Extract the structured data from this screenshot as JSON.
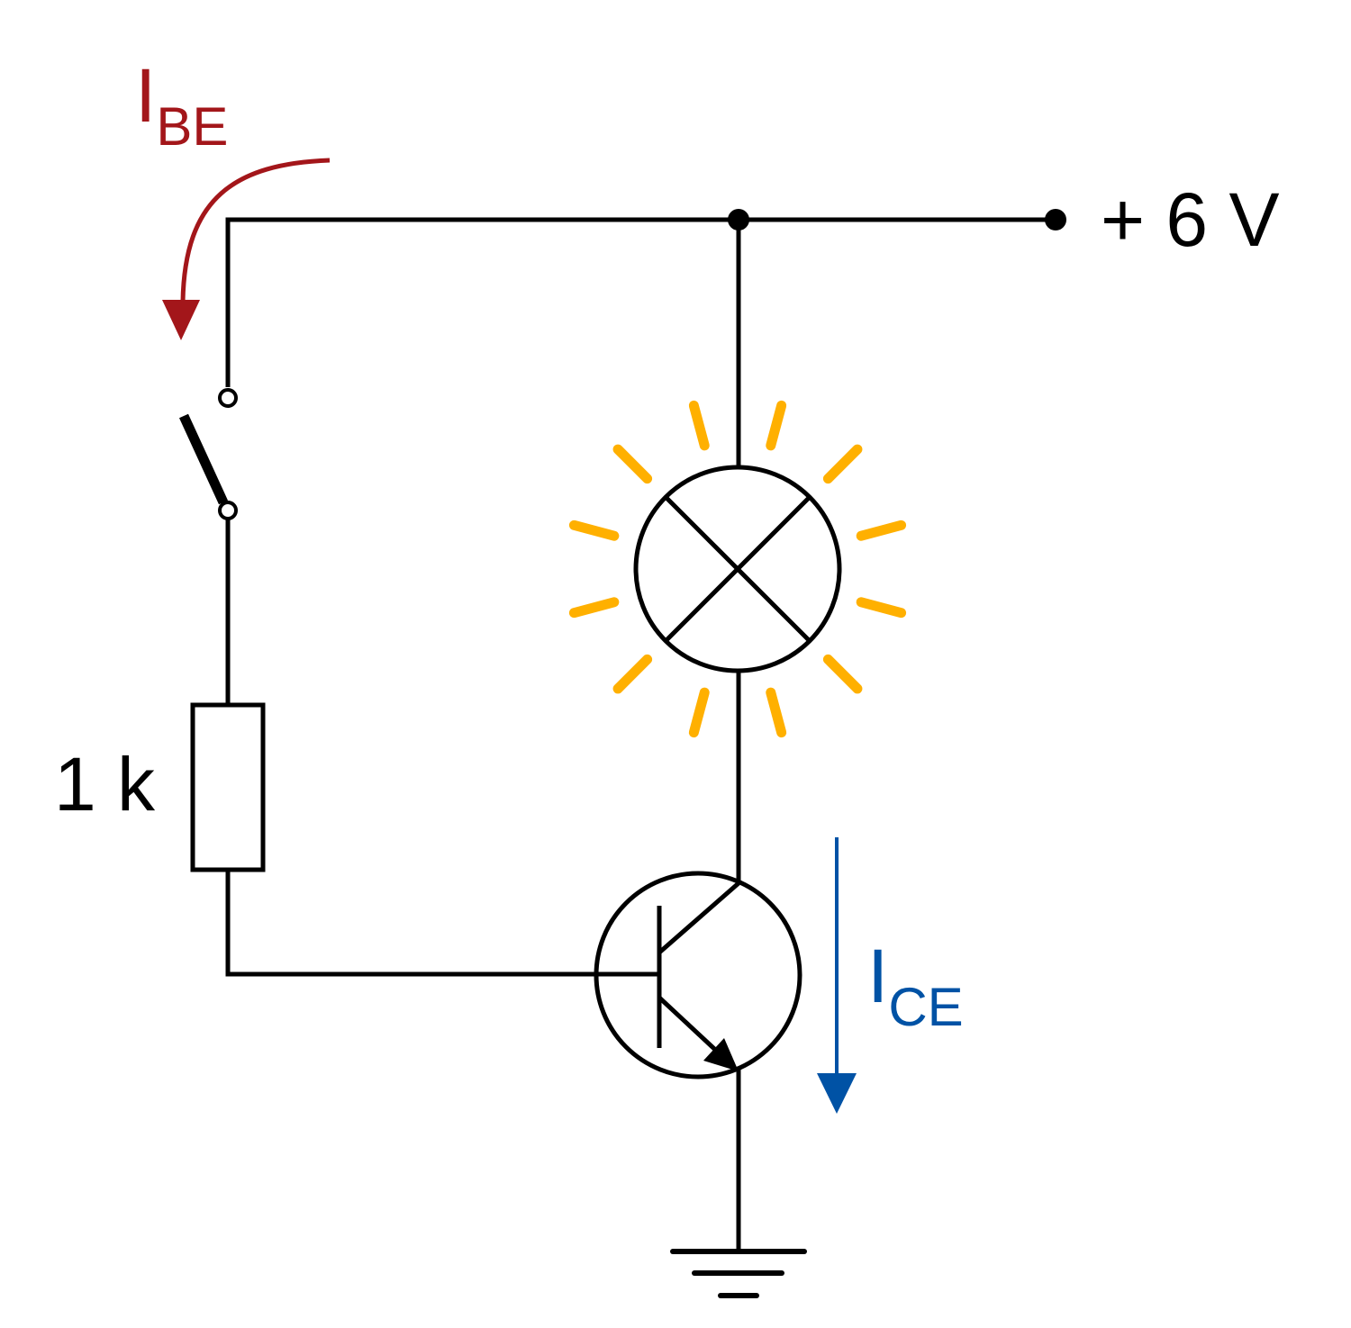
{
  "diagram": {
    "title": "Transistor switching circuit",
    "supply_label": "+ 6 V",
    "resistor_label": "1 k",
    "base_current": {
      "main": "I",
      "sub": "BE"
    },
    "collector_current": {
      "main": "I",
      "sub": "CE"
    },
    "colors": {
      "wire": "#000000",
      "base_current": "#a3161a",
      "collector_current": "#0052a5",
      "lamp_glow": "#ffb000"
    },
    "components": [
      "switch",
      "resistor",
      "lamp",
      "npn-transistor",
      "ground",
      "supply-terminal"
    ]
  }
}
